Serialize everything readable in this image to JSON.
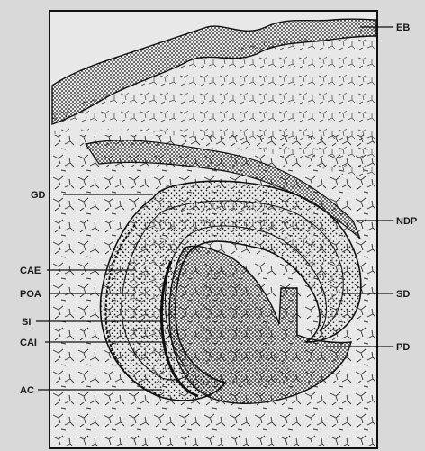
{
  "figure": {
    "labels": {
      "eb": "EB",
      "gd": "GD",
      "ndp": "NDP",
      "cae": "CAE",
      "poa": "POA",
      "sd": "SD",
      "si": "SI",
      "cai": "CAI",
      "pd": "PD",
      "ac": "AC"
    },
    "colors": {
      "ink": "#1a1a1a",
      "paper": "#e8e8e8",
      "background": "#d9d9d9"
    }
  }
}
